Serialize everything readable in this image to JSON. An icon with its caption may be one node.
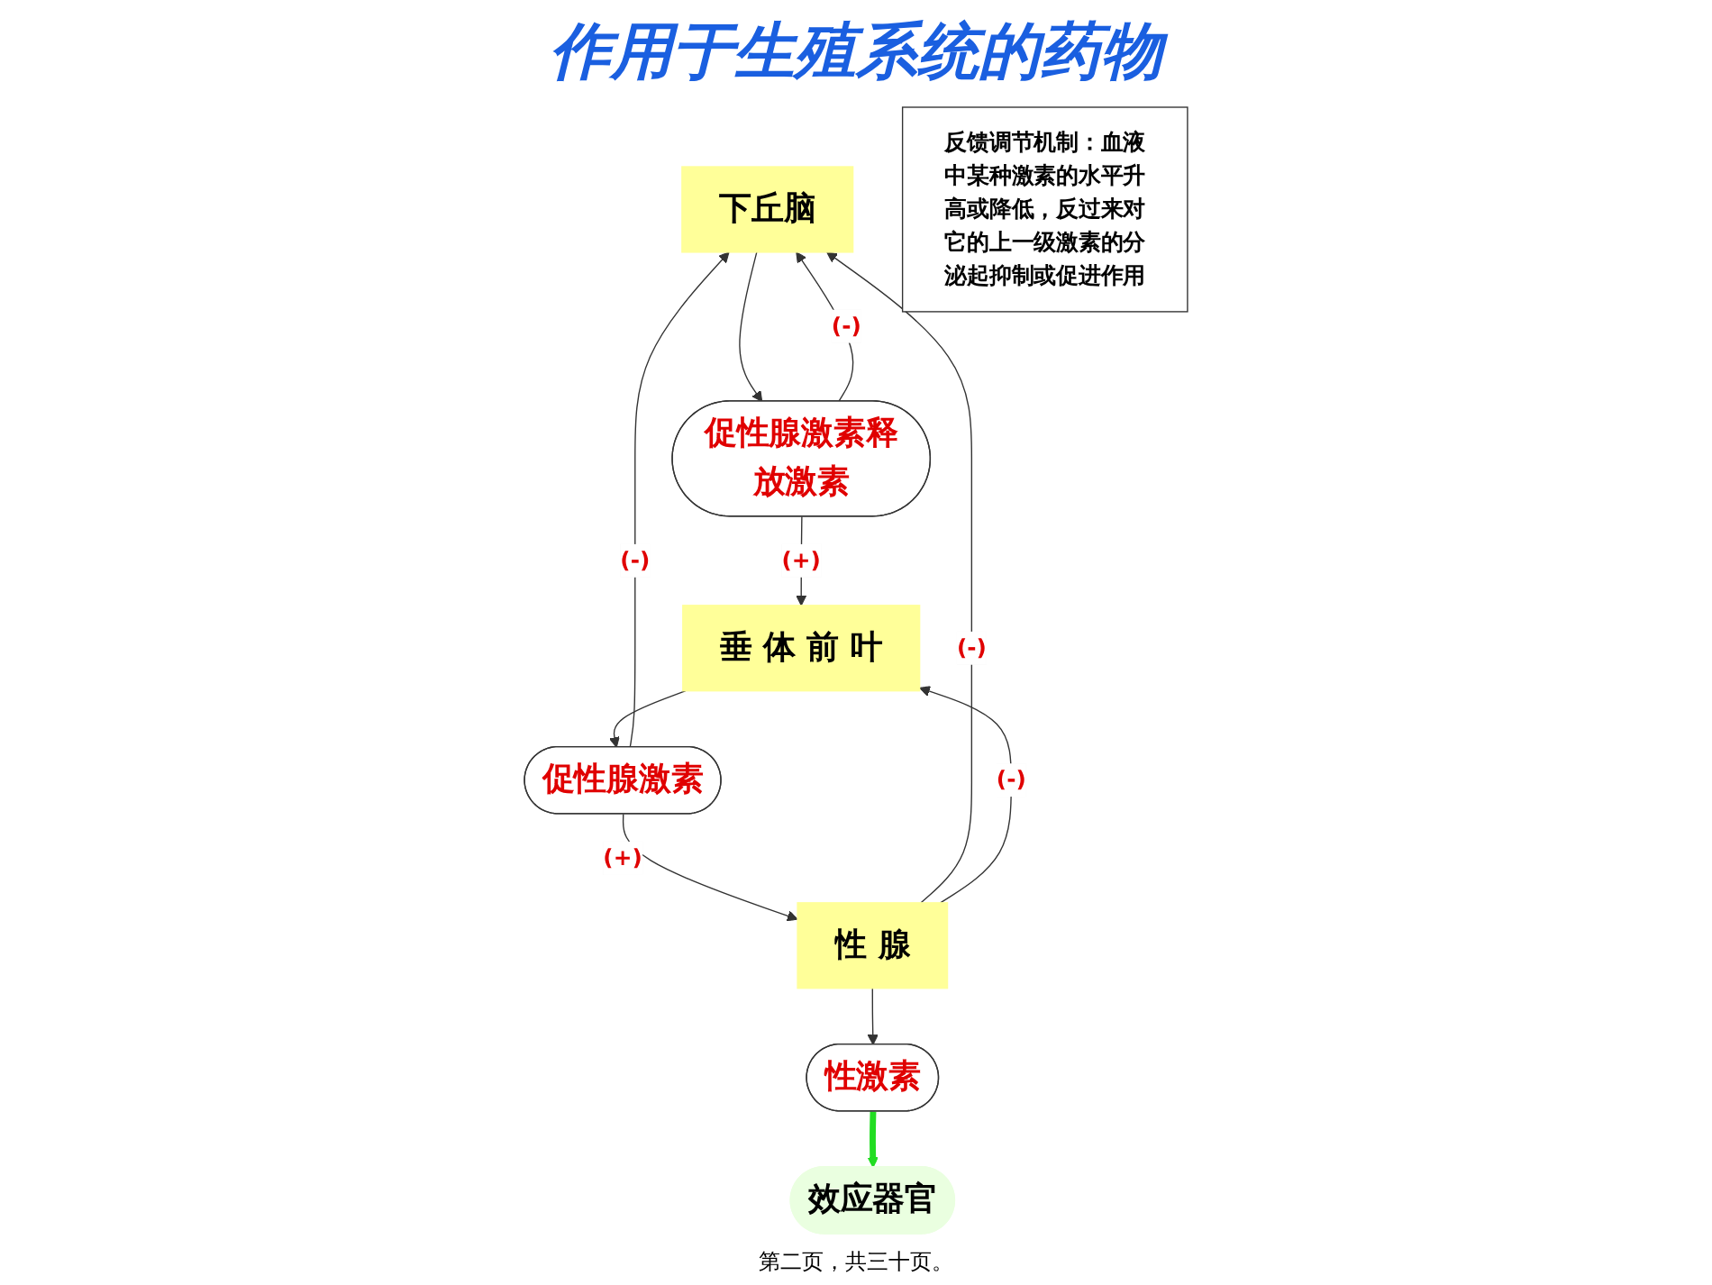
{
  "diagram": {
    "title": "作用于生殖系统的药物",
    "nodes": [
      {
        "text": [
          "下丘脑"
        ]
      },
      {
        "text": [
          "促性腺激素释放激素"
        ]
      },
      {
        "text": [
          "垂 体 前 叶"
        ]
      },
      {
        "text": [
          "促性腺激素"
        ]
      },
      {
        "text": [
          "性 腺"
        ]
      },
      {
        "text": [
          "性激素"
        ]
      },
      {
        "text": [
          "效应器官"
        ]
      },
      {
        "text": [
          "反馈调节机制：血液中某种激素的水平升高或降低，反过来对它的上一级激素的分泌起抑制或促进作用"
        ]
      }
    ],
    "edges": [
      {
        "from": 0,
        "to": 1,
        "arrow": "to"
      },
      {
        "from": 1,
        "to": 2,
        "arrow": "to",
        "label": "(+)"
      },
      {
        "from": 2,
        "to": 3,
        "arrow": "to"
      },
      {
        "from": 3,
        "to": 4,
        "arrow": "to",
        "label": "(+)"
      },
      {
        "from": 4,
        "to": 5,
        "arrow": "to"
      },
      {
        "from": 5,
        "to": 6,
        "arrow": "to",
        "style": "thick",
        "color": "#22dd22"
      },
      {
        "from": 1,
        "to": 0,
        "arrow": "to",
        "label": "(-)"
      },
      {
        "from": 3,
        "to": 0,
        "arrow": "to",
        "label": "(-)"
      },
      {
        "from": 4,
        "to": 0,
        "arrow": "to",
        "label": "(-)"
      },
      {
        "from": 4,
        "to": 2,
        "arrow": "to",
        "label": "(-)"
      }
    ],
    "labels": [
      "第二页，共三十页。"
    ]
  }
}
